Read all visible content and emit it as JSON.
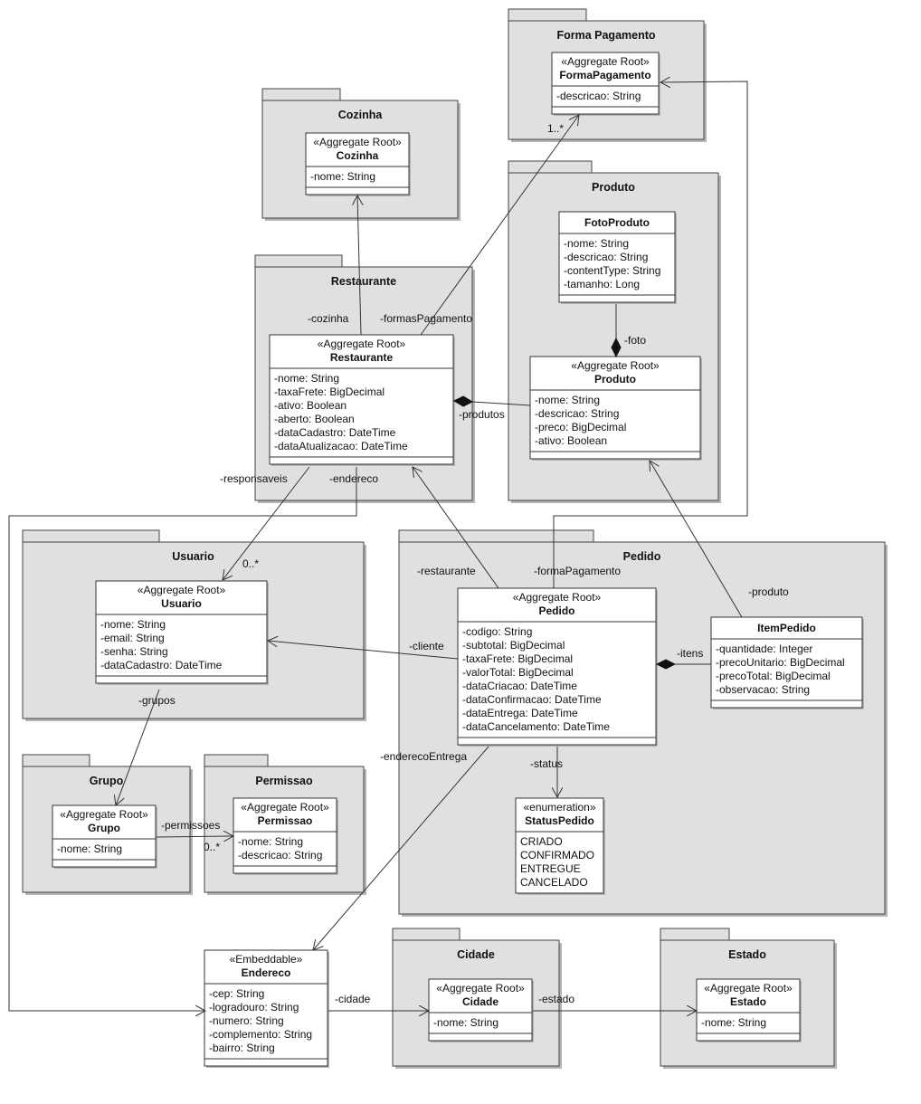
{
  "packages": {
    "forma_pagamento": "Forma Pagamento",
    "cozinha": "Cozinha",
    "produto": "Produto",
    "restaurante": "Restaurante",
    "usuario": "Usuario",
    "pedido": "Pedido",
    "grupo": "Grupo",
    "permissao": "Permissao",
    "cidade": "Cidade",
    "estado": "Estado"
  },
  "classes": {
    "forma_pagamento": {
      "stereotype": "«Aggregate Root»",
      "name": "FormaPagamento",
      "attrs": [
        "-descricao: String"
      ]
    },
    "cozinha": {
      "stereotype": "«Aggregate Root»",
      "name": "Cozinha",
      "attrs": [
        "-nome: String"
      ]
    },
    "foto_produto": {
      "stereotype": "",
      "name": "FotoProduto",
      "attrs": [
        "-nome: String",
        "-descricao: String",
        "-contentType: String",
        "-tamanho: Long"
      ]
    },
    "produto": {
      "stereotype": "«Aggregate Root»",
      "name": "Produto",
      "attrs": [
        "-nome: String",
        "-descricao: String",
        "-preco: BigDecimal",
        "-ativo: Boolean"
      ]
    },
    "restaurante": {
      "stereotype": "«Aggregate Root»",
      "name": "Restaurante",
      "attrs": [
        "-nome: String",
        "-taxaFrete: BigDecimal",
        "-ativo: Boolean",
        "-aberto: Boolean",
        "-dataCadastro: DateTime",
        "-dataAtualizacao: DateTime"
      ]
    },
    "usuario": {
      "stereotype": "«Aggregate Root»",
      "name": "Usuario",
      "attrs": [
        "-nome: String",
        "-email: String",
        "-senha: String",
        "-dataCadastro: DateTime"
      ]
    },
    "pedido": {
      "stereotype": "«Aggregate Root»",
      "name": "Pedido",
      "attrs": [
        "-codigo: String",
        "-subtotal: BigDecimal",
        "-taxaFrete: BigDecimal",
        "-valorTotal: BigDecimal",
        "-dataCriacao: DateTime",
        "-dataConfirmacao: DateTime",
        "-dataEntrega: DateTime",
        "-dataCancelamento: DateTime"
      ]
    },
    "item_pedido": {
      "stereotype": "",
      "name": "ItemPedido",
      "attrs": [
        "-quantidade: Integer",
        "-precoUnitario: BigDecimal",
        "-precoTotal: BigDecimal",
        "-observacao: String"
      ]
    },
    "status_pedido": {
      "stereotype": "«enumeration»",
      "name": "StatusPedido",
      "attrs": [
        "CRIADO",
        "CONFIRMADO",
        "ENTREGUE",
        "CANCELADO"
      ]
    },
    "grupo": {
      "stereotype": "«Aggregate Root»",
      "name": "Grupo",
      "attrs": [
        "-nome: String"
      ]
    },
    "permissao": {
      "stereotype": "«Aggregate Root»",
      "name": "Permissao",
      "attrs": [
        "-nome: String",
        "-descricao: String"
      ]
    },
    "endereco": {
      "stereotype": "«Embeddable»",
      "name": "Endereco",
      "attrs": [
        "-cep: String",
        "-logradouro: String",
        "-numero: String",
        "-complemento: String",
        "-bairro: String"
      ]
    },
    "cidade": {
      "stereotype": "«Aggregate Root»",
      "name": "Cidade",
      "attrs": [
        "-nome: String"
      ]
    },
    "estado": {
      "stereotype": "«Aggregate Root»",
      "name": "Estado",
      "attrs": [
        "-nome: String"
      ]
    }
  },
  "relations": {
    "multiplicity_formas": "1..*",
    "formas_pagamento": "-formasPagamento",
    "cozinha": "-cozinha",
    "foto": "-foto",
    "produtos": "-produtos",
    "responsaveis": "-responsaveis",
    "multiplicity_responsaveis": "0..*",
    "endereco": "-endereco",
    "restaurante": "-restaurante",
    "forma_pagamento": "-formaPagamento",
    "produto": "-produto",
    "cliente": "-cliente",
    "itens": "-itens",
    "grupos": "-grupos",
    "endereco_entrega": "-enderecoEntrega",
    "status": "-status",
    "permissoes": "-permissoes",
    "multiplicity_permissoes": "0..*",
    "cidade": "-cidade",
    "estado": "-estado"
  }
}
